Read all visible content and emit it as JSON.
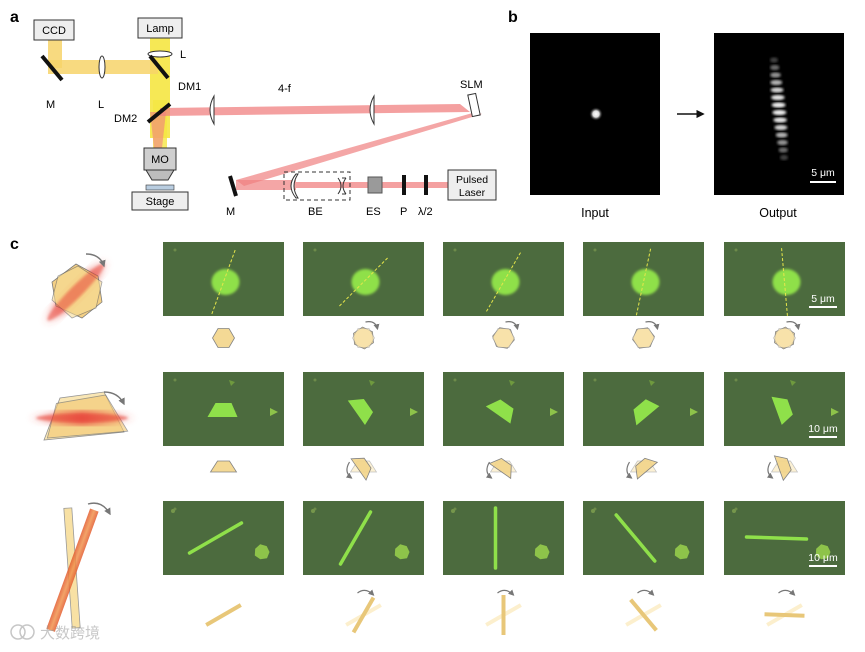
{
  "panel_labels": {
    "a": "a",
    "b": "b",
    "c": "c"
  },
  "setup": {
    "ccd": "CCD",
    "lamp": "Lamp",
    "lens_top": "L",
    "mirror_left": "M",
    "lens_left": "L",
    "dm1": "DM1",
    "dm2": "DM2",
    "four_f": "4-f",
    "slm": "SLM",
    "mo": "MO",
    "stage": "Stage",
    "mirror_bottom": "M",
    "be": "BE",
    "es": "ES",
    "p": "P",
    "half_wave": "λ/2",
    "laser_line1": "Pulsed",
    "laser_line2": "Laser"
  },
  "beam": {
    "input_label": "Input",
    "output_label": "Output",
    "scale": "5 μm"
  },
  "rows": [
    {
      "shape": "hexagon",
      "scale": "5 μm",
      "angles": [
        0,
        25,
        10,
        -8,
        -25
      ]
    },
    {
      "shape": "trapezoid",
      "scale": "10 μm",
      "angles": [
        0,
        55,
        35,
        -40,
        70
      ]
    },
    {
      "shape": "rod",
      "scale": "10 μm",
      "angles": [
        -30,
        -60,
        -90,
        -130,
        -178
      ]
    }
  ],
  "watermark": "大数跨境",
  "colors": {
    "laser": "#f08080",
    "lamp": "#f5e642",
    "green_bg": "#4c6b3e",
    "flake": "#8fe04a",
    "crystal": "#f3d58a"
  }
}
